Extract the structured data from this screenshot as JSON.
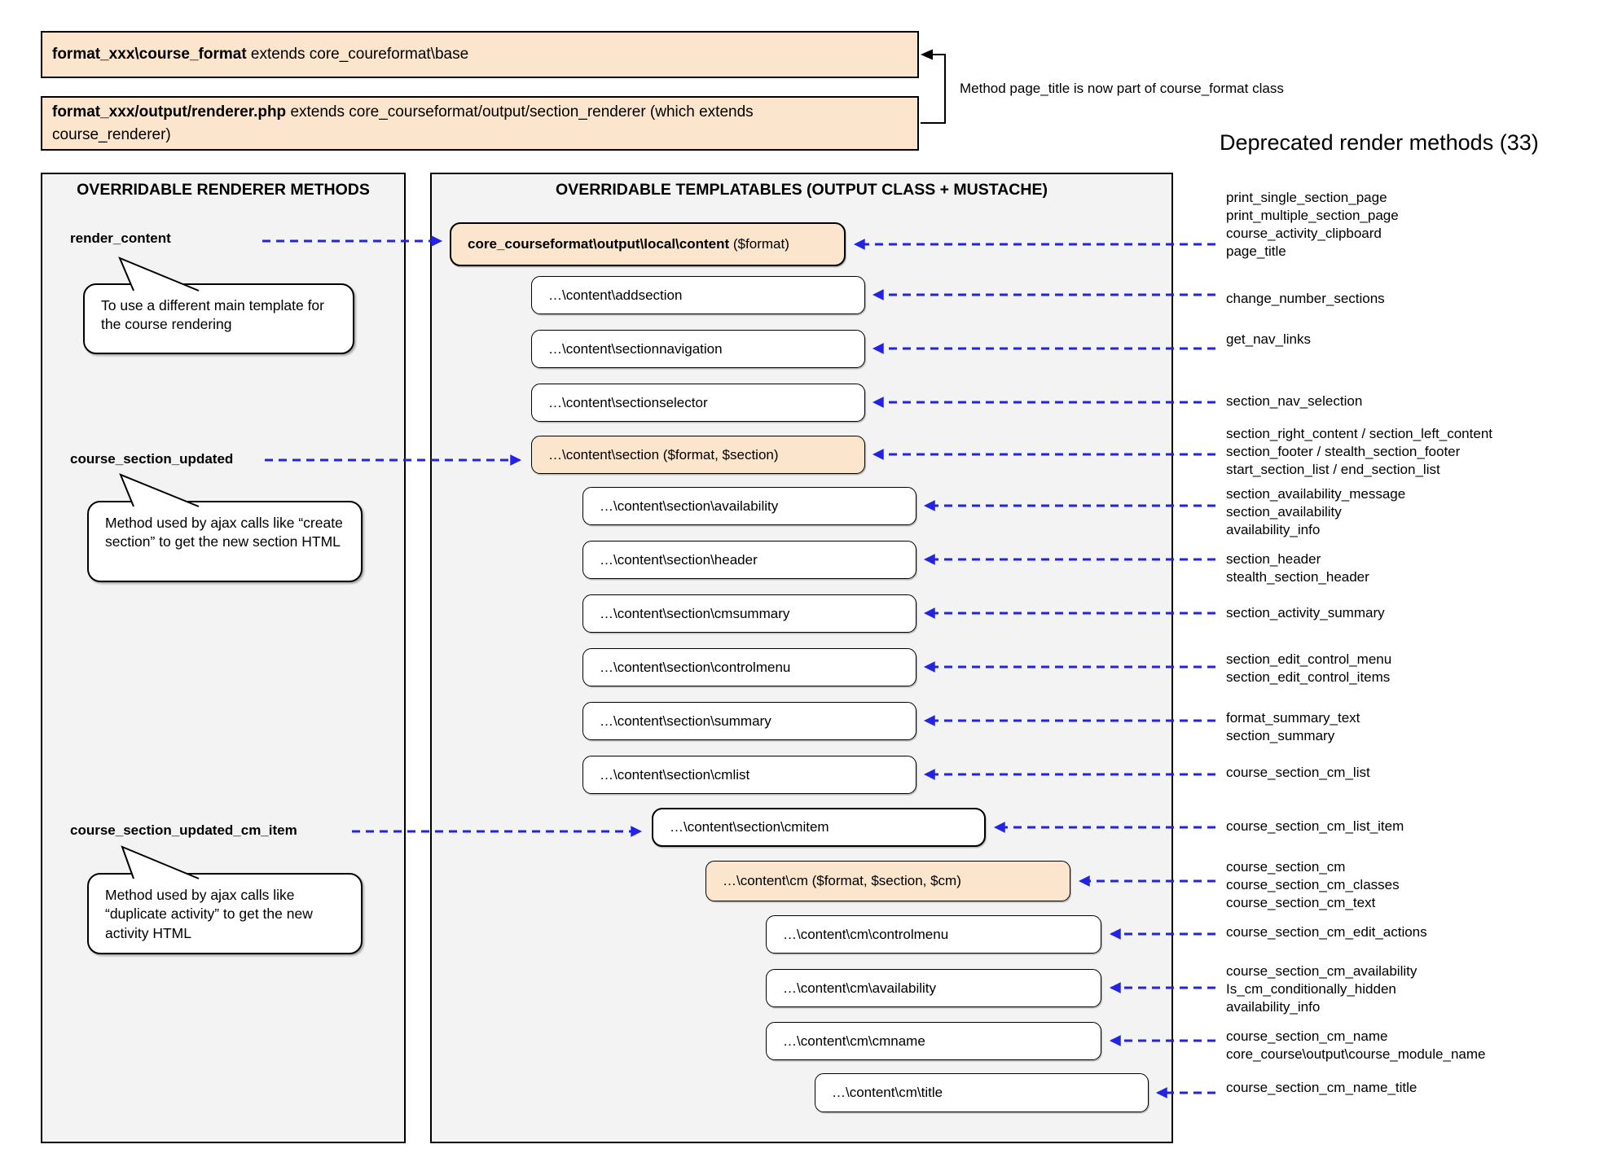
{
  "colors": {
    "orange": "#fce5cd",
    "panel_bg": "#f3f3f3",
    "arrow_blue": "#2323e6"
  },
  "top": {
    "box1": {
      "bold": "format_xxx\\course_format",
      "rest": " extends core_coureformat\\base"
    },
    "box2": {
      "bold": "format_xxx/output/renderer.php",
      "rest": " extends core_courseformat/output/section_renderer (which extends course_renderer)"
    },
    "note": "Method page_title is now part of course_format class",
    "deprecated_title": "Deprecated render methods (33)"
  },
  "left_panel": {
    "title": "OVERRIDABLE RENDERER METHODS",
    "methods": [
      {
        "label": "render_content",
        "bubble": "To use a different main template for the course rendering"
      },
      {
        "label": "course_section_updated",
        "bubble": "Method used by ajax calls like “create section” to get the new section HTML"
      },
      {
        "label": "course_section_updated_cm_item",
        "bubble": "Method used by ajax calls like “duplicate activity” to get the new activity HTML"
      }
    ]
  },
  "middle_panel": {
    "title": "OVERRIDABLE TEMPLATABLES (OUTPUT CLASS + MUSTACHE)",
    "boxes": [
      {
        "bold": "core_courseformat\\output\\local\\content",
        "rest": " ($format)"
      },
      {
        "text": "…\\content\\addsection"
      },
      {
        "text": "…\\content\\sectionnavigation"
      },
      {
        "text": "…\\content\\sectionselector"
      },
      {
        "text": "…\\content\\section ($format, $section)"
      },
      {
        "text": "…\\content\\section\\availability"
      },
      {
        "text": "…\\content\\section\\header"
      },
      {
        "text": "…\\content\\section\\cmsummary"
      },
      {
        "text": "…\\content\\section\\controlmenu"
      },
      {
        "text": "…\\content\\section\\summary"
      },
      {
        "text": "…\\content\\section\\cmlist"
      },
      {
        "text": "…\\content\\section\\cmitem"
      },
      {
        "text": "…\\content\\cm ($format, $section, $cm)"
      },
      {
        "text": "…\\content\\cm\\controlmenu"
      },
      {
        "text": "…\\content\\cm\\availability"
      },
      {
        "text": "…\\content\\cm\\cmname"
      },
      {
        "text": "…\\content\\cm\\title"
      }
    ]
  },
  "right_column": {
    "groups": [
      [
        "print_single_section_page",
        "print_multiple_section_page",
        "course_activity_clipboard",
        "page_title"
      ],
      [
        "change_number_sections"
      ],
      [
        "get_nav_links"
      ],
      [
        "section_nav_selection"
      ],
      [
        "section_right_content / section_left_content",
        "section_footer / stealth_section_footer",
        "start_section_list / end_section_list"
      ],
      [
        "section_availability_message",
        "section_availability",
        "availability_info"
      ],
      [
        "section_header",
        "stealth_section_header"
      ],
      [
        "section_activity_summary"
      ],
      [
        "section_edit_control_menu",
        "section_edit_control_items"
      ],
      [
        "format_summary_text",
        "section_summary"
      ],
      [
        "course_section_cm_list"
      ],
      [
        "course_section_cm_list_item"
      ],
      [
        "course_section_cm",
        "course_section_cm_classes",
        "course_section_cm_text"
      ],
      [
        "course_section_cm_edit_actions"
      ],
      [
        "course_section_cm_availability",
        "Is_cm_conditionally_hidden",
        "availability_info"
      ],
      [
        "course_section_cm_name",
        "core_course\\output\\course_module_name"
      ],
      [
        "course_section_cm_name_title"
      ]
    ]
  }
}
